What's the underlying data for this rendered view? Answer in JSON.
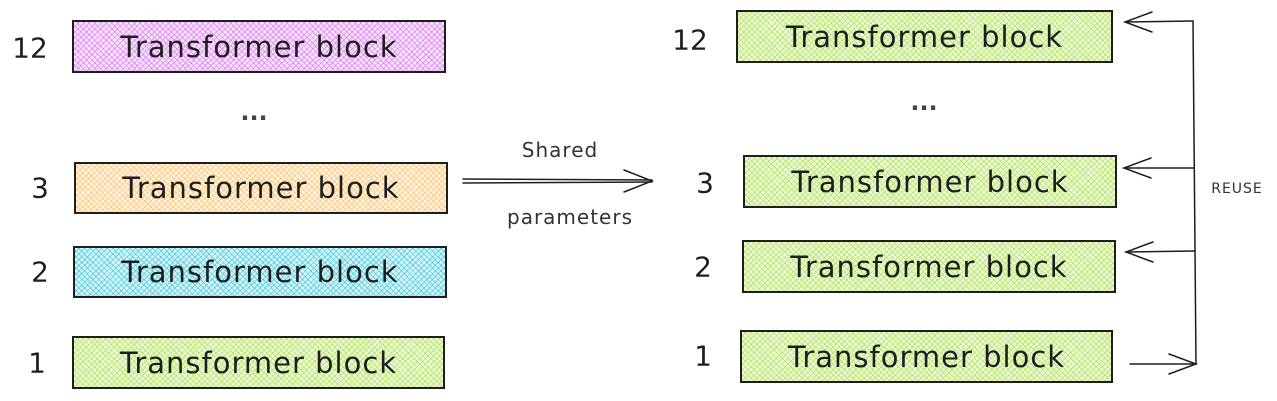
{
  "left": {
    "blocks": [
      {
        "index": "12",
        "label": "Transformer block",
        "color": "#da77f2"
      },
      {
        "index": "3",
        "label": "Transformer block",
        "color": "#fcc16a"
      },
      {
        "index": "2",
        "label": "Transformer block",
        "color": "#3bc9db"
      },
      {
        "index": "1",
        "label": "Transformer block",
        "color": "#a9e34b"
      }
    ],
    "ellipsis": "..."
  },
  "right": {
    "blocks": [
      {
        "index": "12",
        "label": "Transformer block",
        "color": "#a9e34b"
      },
      {
        "index": "3",
        "label": "Transformer block",
        "color": "#a9e34b"
      },
      {
        "index": "2",
        "label": "Transformer block",
        "color": "#a9e34b"
      },
      {
        "index": "1",
        "label": "Transformer block",
        "color": "#a9e34b"
      }
    ],
    "ellipsis": "..."
  },
  "arrow": {
    "top_label": "Shared",
    "bottom_label": "parameters"
  },
  "reuse_label": "REUSE"
}
